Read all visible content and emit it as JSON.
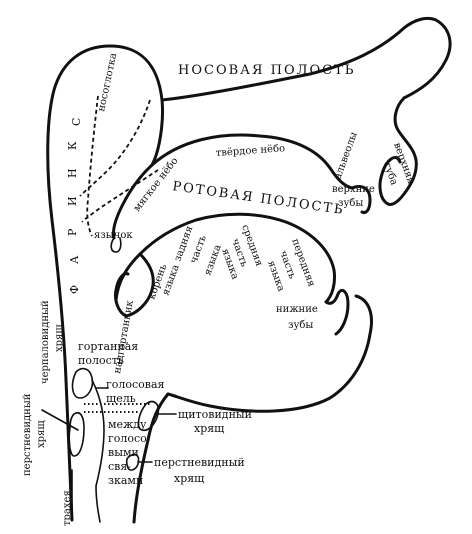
{
  "labels": {
    "nasal_cavity": "НОСОВАЯ ПОЛОСТЬ",
    "oral_cavity": "РОТОВАЯ ПОЛОСТЬ",
    "nasopharynx": "носоглотка",
    "pharynx_letters": [
      "Ф",
      "А",
      "Р",
      "И",
      "Н",
      "К",
      "С"
    ],
    "hard_palate": "твёрдое нёбо",
    "soft_palate": "мягкое нёбо",
    "uvula": "язычок",
    "alveoli": "альвеолы",
    "upper_teeth_1": "верхние",
    "upper_teeth_2": "зубы",
    "upper_lip_1": "верхняя",
    "upper_lip_2": "губа",
    "tongue_root_1": "корень",
    "tongue_root_2": "языка",
    "back_tongue_1": "задняя",
    "back_tongue_2": "часть",
    "back_tongue_3": "языка",
    "mid_tongue_1": "средняя",
    "mid_tongue_2": "часть",
    "mid_tongue_3": "языка",
    "front_tongue_1": "передняя",
    "front_tongue_2": "часть",
    "front_tongue_3": "языка",
    "lower_teeth_1": "нижние",
    "lower_teeth_2": "зубы",
    "epiglottis": "надгортанник",
    "arytenoid_1": "черпаловидный",
    "arytenoid_2": "хрящ",
    "laryngeal_1": "гортанная",
    "laryngeal_2": "полость",
    "glottis_1": "голосовая",
    "glottis_2": "щель",
    "between_1": "между",
    "between_2": "голосо-",
    "between_3": "выми",
    "between_4": "свя-",
    "between_5": "зками",
    "thyroid_1": "щитовидный",
    "thyroid_2": "хрящ",
    "cricoid_right_1": "перстневидный",
    "cricoid_right_2": "хрящ",
    "cricoid_left_1": "перстневидный",
    "cricoid_left_2": "хрящ",
    "trachea": "трахея"
  }
}
